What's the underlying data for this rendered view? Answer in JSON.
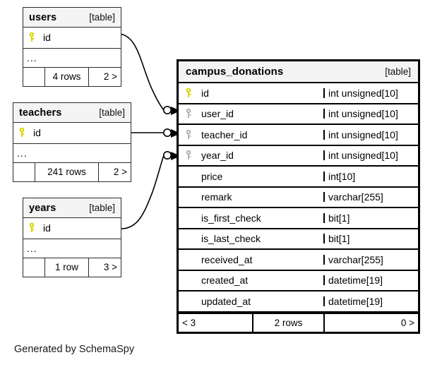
{
  "credit": "Generated by SchemaSpy",
  "kind_label": "[table]",
  "ellipsis": "...",
  "colors": {
    "primary_key": "#d8d800",
    "foreign_key": "#b3b3b3",
    "header_background": "#f4f4f4",
    "border": "#000000",
    "page_background": "#ffffff"
  },
  "related_tables": [
    {
      "name": "users",
      "kind": "[table]",
      "columns": [
        {
          "name": "id",
          "key": "primary"
        }
      ],
      "more": "...",
      "footer": {
        "left": "",
        "center": "4 rows",
        "right": "2 >"
      }
    },
    {
      "name": "teachers",
      "kind": "[table]",
      "columns": [
        {
          "name": "id",
          "key": "primary"
        }
      ],
      "more": "...",
      "footer": {
        "left": "",
        "center": "241 rows",
        "right": "2 >"
      }
    },
    {
      "name": "years",
      "kind": "[table]",
      "columns": [
        {
          "name": "id",
          "key": "primary"
        }
      ],
      "more": "...",
      "footer": {
        "left": "",
        "center": "1 row",
        "right": "3 >"
      }
    }
  ],
  "main_table": {
    "name": "campus_donations",
    "kind": "[table]",
    "columns": [
      {
        "name": "id",
        "type": "int unsigned[10]",
        "key": "primary"
      },
      {
        "name": "user_id",
        "type": "int unsigned[10]",
        "key": "foreign"
      },
      {
        "name": "teacher_id",
        "type": "int unsigned[10]",
        "key": "foreign"
      },
      {
        "name": "year_id",
        "type": "int unsigned[10]",
        "key": "foreign"
      },
      {
        "name": "price",
        "type": "int[10]",
        "key": "none"
      },
      {
        "name": "remark",
        "type": "varchar[255]",
        "key": "none"
      },
      {
        "name": "is_first_check",
        "type": "bit[1]",
        "key": "none"
      },
      {
        "name": "is_last_check",
        "type": "bit[1]",
        "key": "none"
      },
      {
        "name": "received_at",
        "type": "varchar[255]",
        "key": "none"
      },
      {
        "name": "created_at",
        "type": "datetime[19]",
        "key": "none"
      },
      {
        "name": "updated_at",
        "type": "datetime[19]",
        "key": "none"
      }
    ],
    "footer": {
      "left": "< 3",
      "center": "2 rows",
      "right": "0 >"
    }
  },
  "relationships": [
    {
      "from": "users",
      "from_column": "id",
      "to": "campus_donations",
      "to_column": "user_id"
    },
    {
      "from": "teachers",
      "from_column": "id",
      "to": "campus_donations",
      "to_column": "teacher_id"
    },
    {
      "from": "years",
      "from_column": "id",
      "to": "campus_donations",
      "to_column": "year_id"
    }
  ]
}
